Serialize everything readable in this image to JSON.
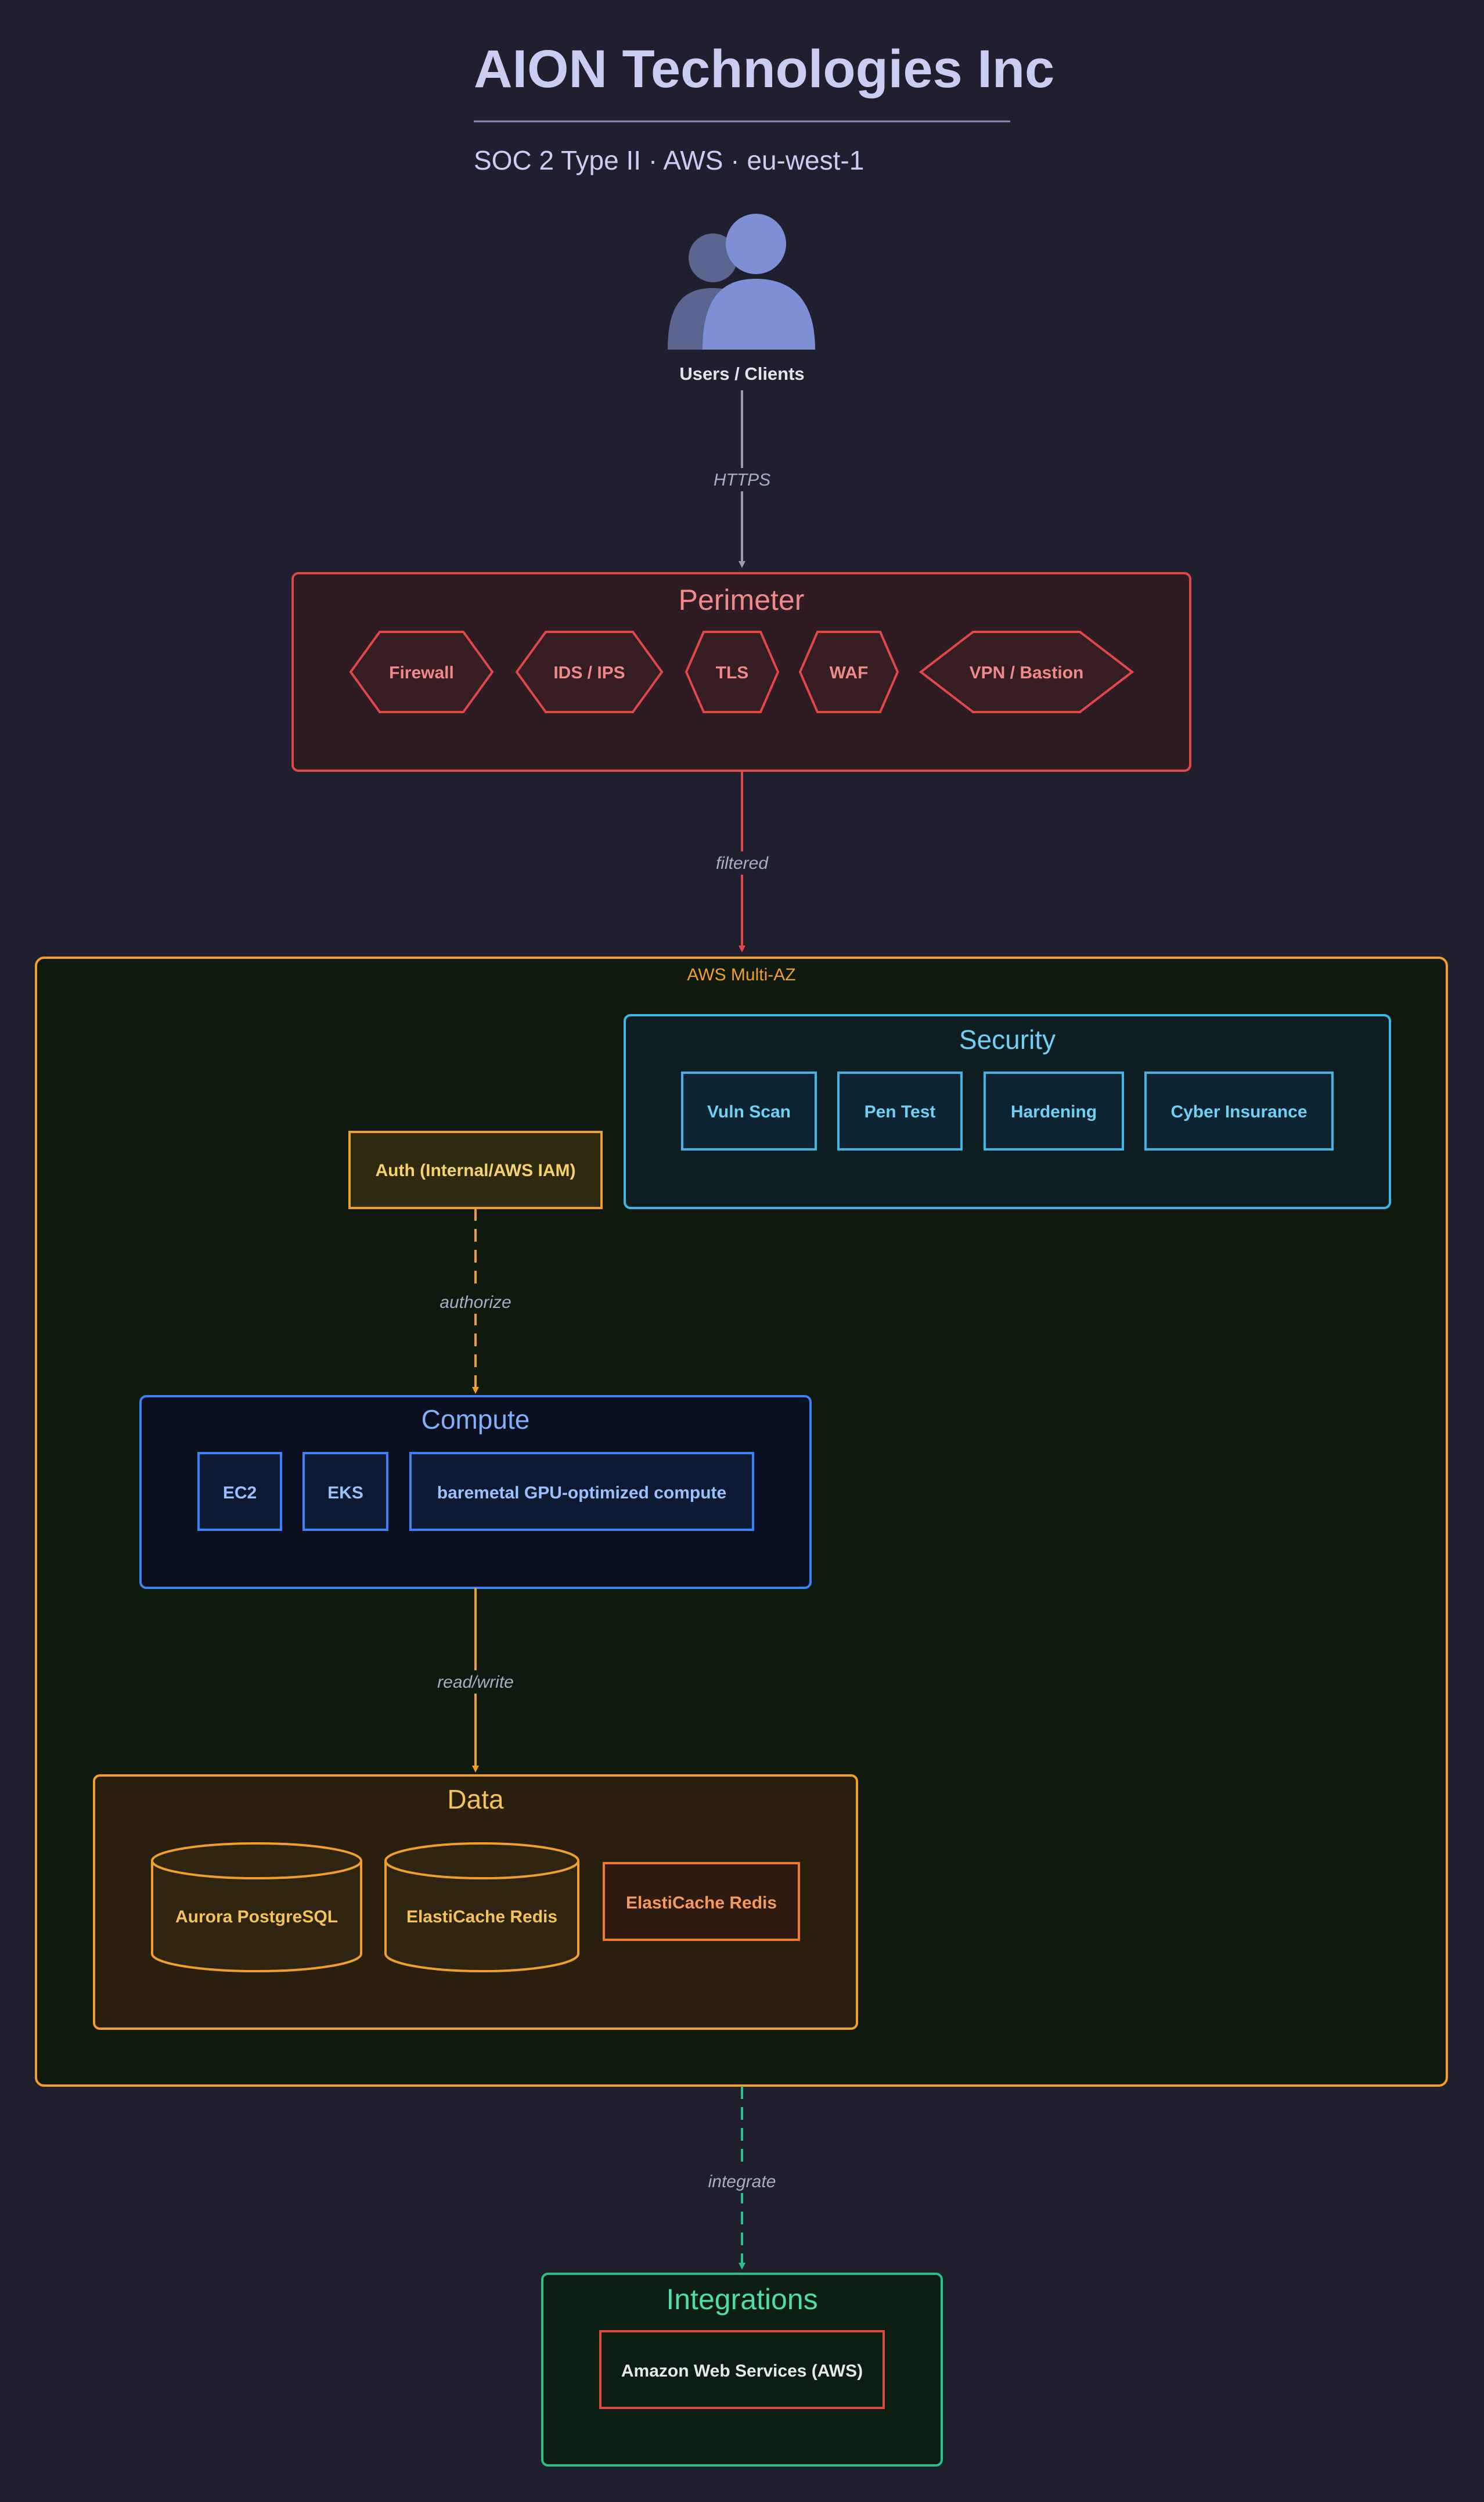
{
  "header": {
    "title": "AION Technologies Inc",
    "subtitle": "SOC 2 Type II · AWS · eu-west-1"
  },
  "users": {
    "icon": "users-icon",
    "label": "Users / Clients"
  },
  "edges": {
    "https": "HTTPS",
    "filtered": "filtered",
    "authorize": "authorize",
    "read_write": "read/write",
    "integrate": "integrate"
  },
  "perimeter": {
    "title": "Perimeter",
    "items": [
      "Firewall",
      "IDS / IPS",
      "TLS",
      "WAF",
      "VPN / Bastion"
    ]
  },
  "region": {
    "label": "AWS Multi-AZ"
  },
  "security": {
    "title": "Security",
    "items": [
      "Vuln Scan",
      "Pen Test",
      "Hardening",
      "Cyber Insurance"
    ]
  },
  "auth": {
    "label": "Auth (Internal/AWS IAM)"
  },
  "compute": {
    "title": "Compute",
    "items": [
      "EC2",
      "EKS",
      "baremetal GPU-optimized compute"
    ]
  },
  "data": {
    "title": "Data",
    "items": [
      "Aurora PostgreSQL",
      "ElastiCache Redis",
      "ElastiCache Redis"
    ]
  },
  "integrations": {
    "title": "Integrations",
    "items": [
      "Amazon Web Services (AWS)"
    ]
  },
  "colors": {
    "background": "#1f1f2e",
    "title": "#c9cdf2",
    "perimeter": "#e04848",
    "region": "#f0a02a",
    "security": "#3fb6e6",
    "compute": "#3b82f6",
    "data": "#f0a02a",
    "integrations": "#2bbf8a",
    "users": "#7f8fd6"
  }
}
